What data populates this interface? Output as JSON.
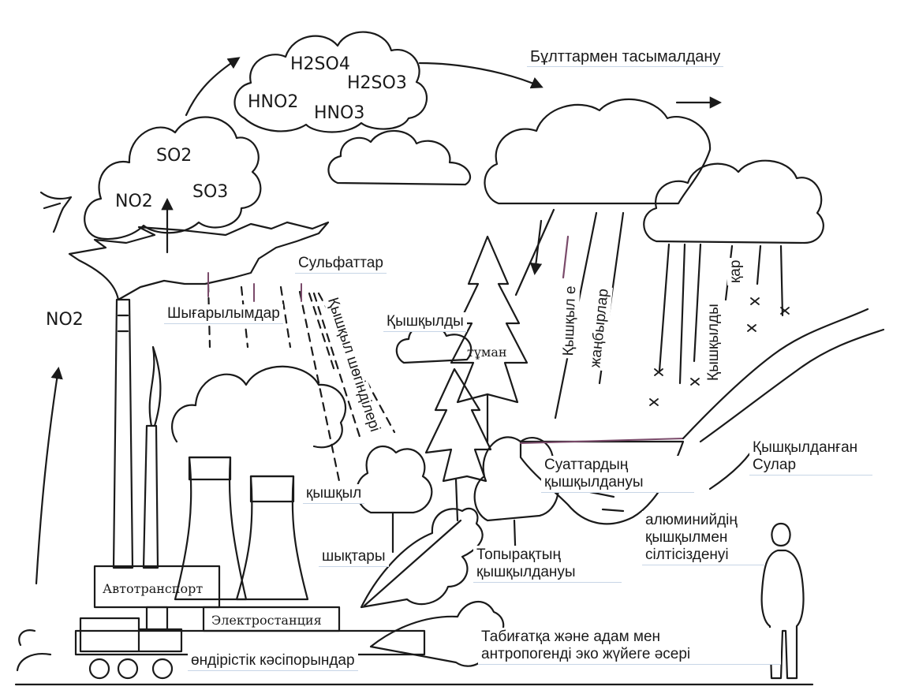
{
  "colors": {
    "ink": "#1a1a1a",
    "label_bg": "#ffffff",
    "label_rule": "#c7d5e6",
    "accent_lines": "#7a4a6a"
  },
  "chemicals": {
    "h2so4": "H2SO4",
    "hno2": "HNO2",
    "h2so3": "H2SO3",
    "hno3": "HNO3",
    "so2": "SO2",
    "no2_cloud": "NO2",
    "so3": "SO3",
    "no2_left": "NO2"
  },
  "labels": {
    "cloud_transport": "Бұлттармен тасымалдану",
    "sulfates": "Сульфаттар",
    "emissions": "Шығарылымдар",
    "acid_fog": "Қышқылды",
    "fog_small": "тұман",
    "acid_deposits": "Қышқыл шөгінділері",
    "acid_rain_1": "Қышқыл e",
    "acid_rain_2": "жаңбырлар",
    "acid_snow_1": "Қышқылды",
    "acid_snow_2": "қар",
    "acid_mist_1": "қышқыл",
    "acid_mist_2": "шықтары",
    "water_acid_1": "Суаттардың",
    "water_acid_2": "қышқылдануы",
    "acidified_1": "Қышқылданған",
    "acidified_2": "Сулар",
    "aluminium_1": "алюминийдің",
    "aluminium_2": "қышқылмен",
    "aluminium_3": "сілтісізденуі",
    "soil_1": "Топырақтың",
    "soil_2": "қышқылдануы",
    "impact_1": "Табиғатқа және адам мен",
    "impact_2": "антропогенді эко жүйеге әсері",
    "industry": "өндірістік кәсіпорындар",
    "autotransport": "Автотранспорт",
    "powerplant": "Электростанция"
  }
}
